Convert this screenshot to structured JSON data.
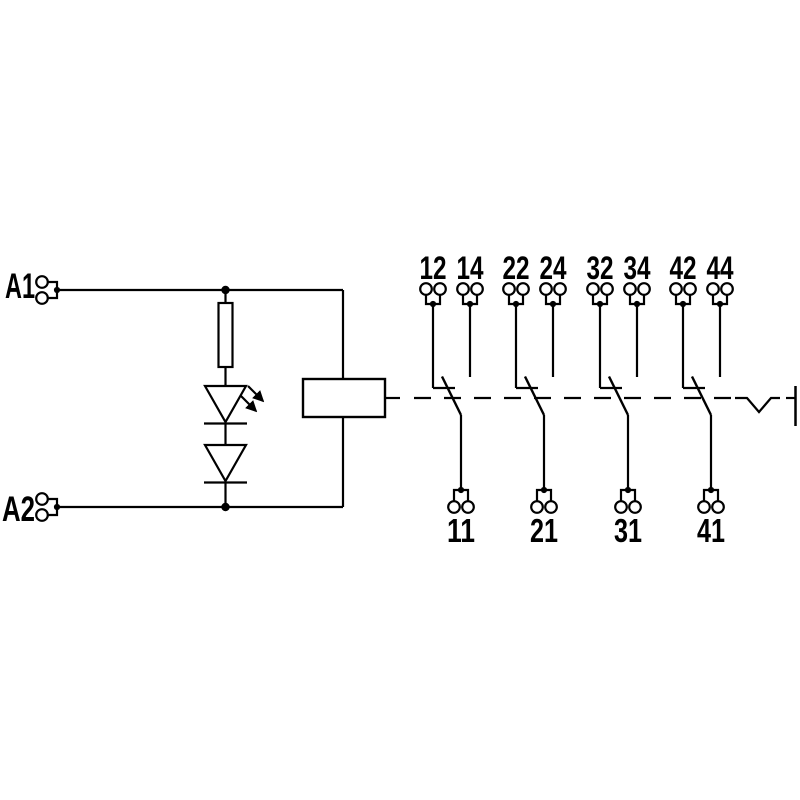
{
  "coil": {
    "a1_label": "A1",
    "a2_label": "A2"
  },
  "contacts": [
    {
      "nc_label": "12",
      "no_label": "14",
      "common_label": "11"
    },
    {
      "nc_label": "22",
      "no_label": "24",
      "common_label": "21"
    },
    {
      "nc_label": "32",
      "no_label": "34",
      "common_label": "31"
    },
    {
      "nc_label": "42",
      "no_label": "44",
      "common_label": "41"
    }
  ],
  "colors": {
    "line": "#000000",
    "background": "#ffffff"
  }
}
